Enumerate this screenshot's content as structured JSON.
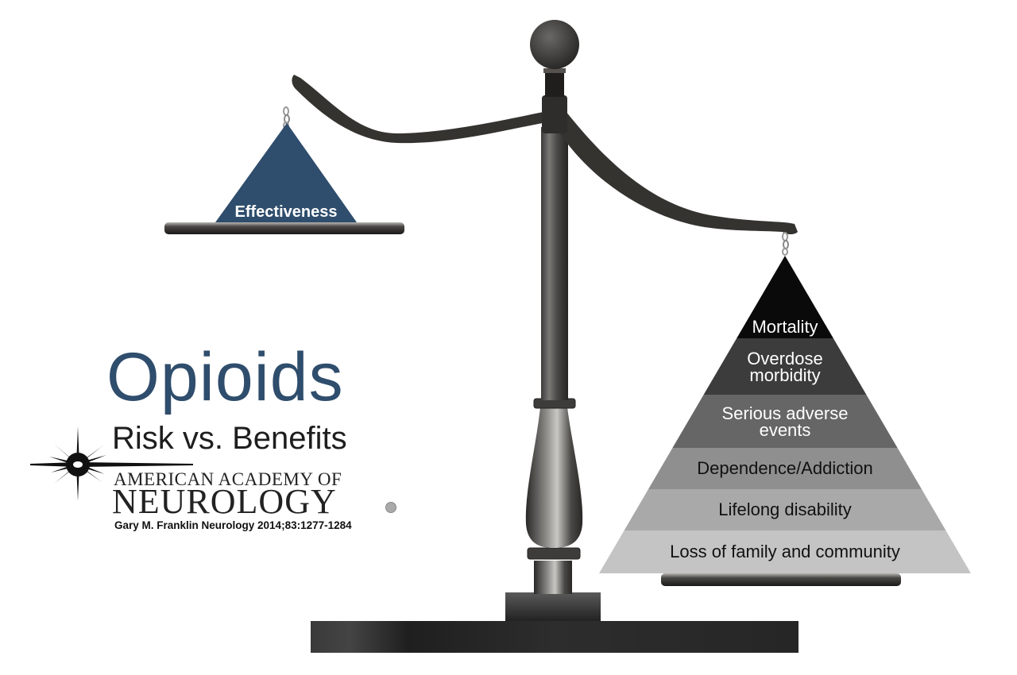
{
  "title": "Opioids",
  "subtitle": "Risk vs. Benefits",
  "logo": {
    "icon": "neuron-star-icon",
    "line1": "AMERICAN ACADEMY OF",
    "line2": "NEUROLOGY",
    "registered_mark": "registered-mark-icon"
  },
  "citation": "Gary M. Franklin Neurology 2014;83:1277-1284",
  "benefits_pan": {
    "label": "Effectiveness",
    "color": "#2f4d6c"
  },
  "risks_pan": {
    "layers": [
      {
        "label_lines": [
          "Mortality"
        ],
        "fill": "#0a0a0a",
        "text_color": "#ffffff"
      },
      {
        "label_lines": [
          "Overdose",
          "morbidity"
        ],
        "fill": "#3c3c3c",
        "text_color": "#ffffff"
      },
      {
        "label_lines": [
          "Serious adverse",
          "events"
        ],
        "fill": "#666666",
        "text_color": "#ffffff"
      },
      {
        "label_lines": [
          "Dependence/Addiction"
        ],
        "fill": "#8f8f8f",
        "text_color": "#111111"
      },
      {
        "label_lines": [
          "Lifelong disability"
        ],
        "fill": "#a9a9a9",
        "text_color": "#111111"
      },
      {
        "label_lines": [
          "Loss of family and community"
        ],
        "fill": "#c4c4c4",
        "text_color": "#111111"
      }
    ]
  },
  "colors": {
    "scale_metal": "#3a3835",
    "title_blue": "#2f4d6c"
  }
}
